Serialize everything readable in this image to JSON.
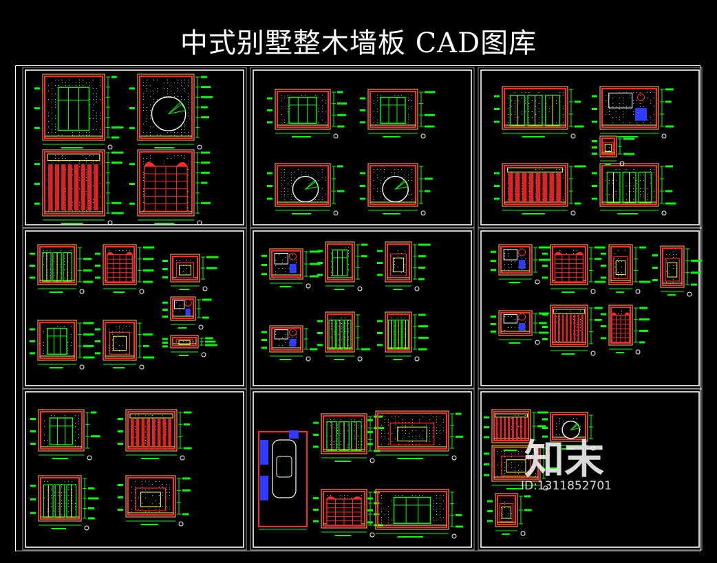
{
  "title": "中式别墅整木墙板 CAD图库",
  "watermark": {
    "brand": "知末",
    "id": "ID:1311852701"
  },
  "colors": {
    "background": "#000000",
    "frame": "#ffffff",
    "red": "#ff2a2a",
    "green": "#00ff00",
    "yellow": "#ffff33",
    "orange": "#ff9933",
    "blue": "#2f3cff",
    "white": "#ffffff"
  },
  "sheets": [
    {
      "id": "sheet-1"
    },
    {
      "id": "sheet-2"
    },
    {
      "id": "sheet-3"
    },
    {
      "id": "sheet-4"
    },
    {
      "id": "sheet-5"
    },
    {
      "id": "sheet-6"
    },
    {
      "id": "sheet-7"
    },
    {
      "id": "sheet-8"
    },
    {
      "id": "sheet-9"
    }
  ]
}
